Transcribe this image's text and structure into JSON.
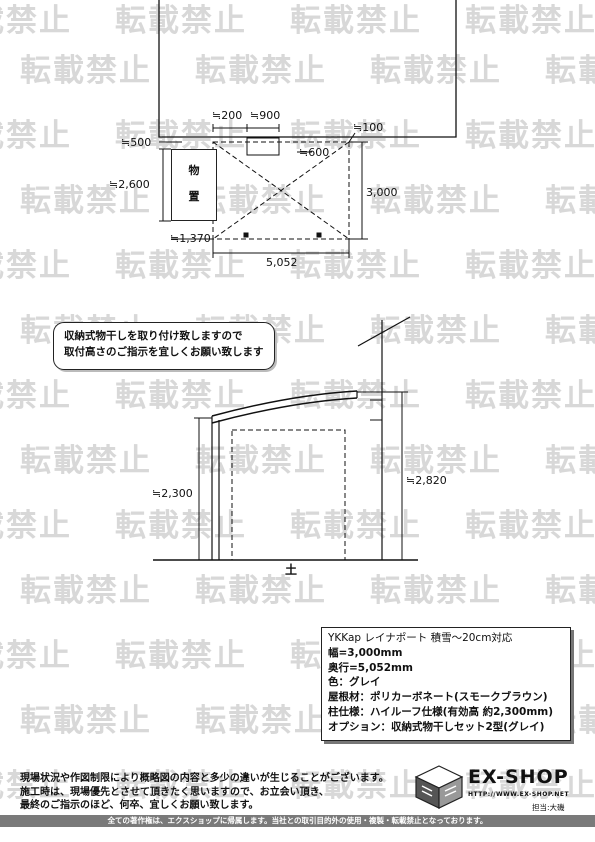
{
  "watermark": {
    "text": "転載禁止"
  },
  "plan": {
    "dims": {
      "d200": "≒200",
      "d900": "≒900",
      "d100": "≒100",
      "d500": "≒500",
      "d600": "≒600",
      "d2600": "≒2,600",
      "d3000": "3,000",
      "d1370": "≒1,370",
      "d5052": "5,052"
    },
    "storage_label_1": "物",
    "storage_label_2": "置"
  },
  "callout": {
    "line1": "収納式物干しを取り付け致しますので",
    "line2": "取付高さのご指示を宜しくお願い致します"
  },
  "elevation": {
    "dim_left": "≒2,300",
    "dim_right": "≒2,820",
    "ground_label": "土"
  },
  "spec": {
    "lines": [
      "YKKap  レイナポート 積雪～20cm対応",
      "幅=3,000mm",
      "奥行=5,052mm",
      "色：グレイ",
      "屋根材：ポリカーボネート(スモークブラウン)",
      "柱仕様：ハイルーフ仕様(有効高 約2,300mm)",
      "オプション：収納式物干しセット2型(グレイ)"
    ]
  },
  "notes": {
    "line1": "現場状況や作図制限により概略図の内容と多少の違いが生じることがございます。",
    "line2": "施工時は、現場優先とさせて頂きたく思いますので、お立会い頂き、",
    "line3": "最終のご指示のほど、何卒、宜しくお願い致します。"
  },
  "logo": {
    "name": "EX-SHOP",
    "url": "HTTP://WWW.EX-SHOP.NET",
    "staff": "担当:大磯"
  },
  "footer": {
    "text": "全ての著作権は、エクスショップに帰属します。当社との取引目的外の使用・複製・転載禁止となっております。"
  }
}
